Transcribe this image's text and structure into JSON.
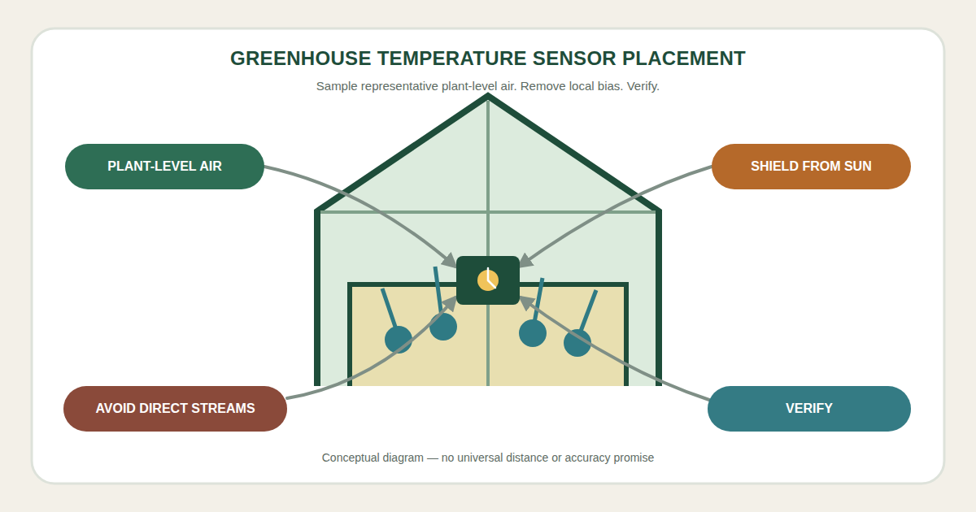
{
  "diagram": {
    "title": "GREENHOUSE TEMPERATURE SENSOR PLACEMENT",
    "caption": "Conceptual diagram — no universal distance or accuracy promise",
    "nodes": [
      {
        "text": [
          "PLANT-LEVEL AIR"
        ]
      },
      {
        "text": [
          "SHIELD FROM SUN"
        ]
      },
      {
        "text": [
          "AVOID DIRECT STREAMS"
        ]
      },
      {
        "text": [
          "VERIFY"
        ]
      }
    ],
    "labels": [
      "Sample representative plant-level air. Remove local bias. Verify."
    ]
  }
}
